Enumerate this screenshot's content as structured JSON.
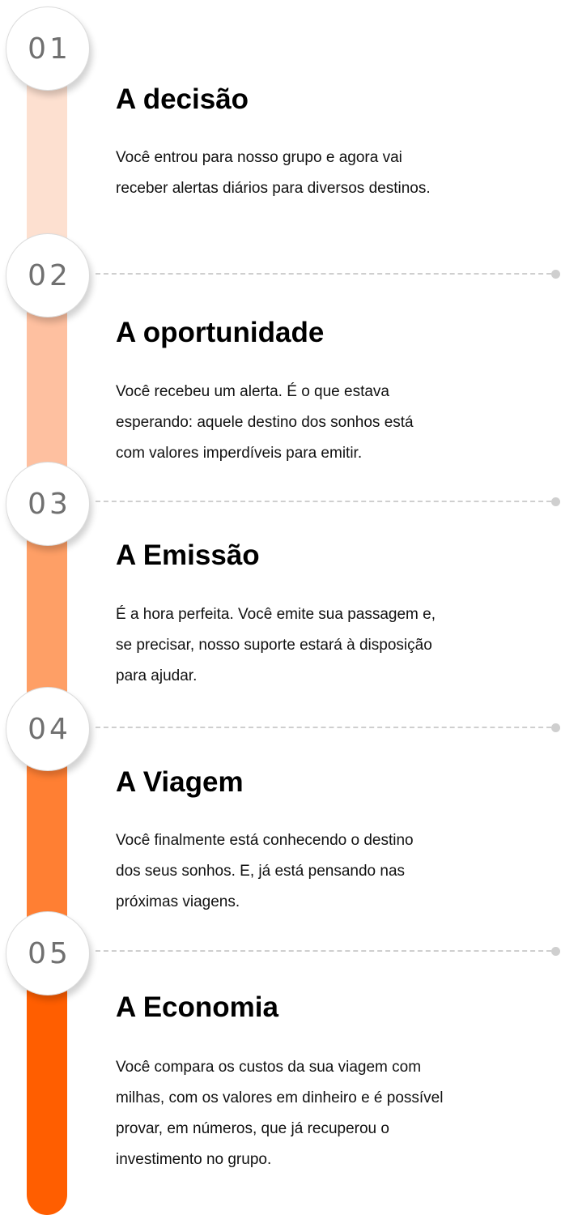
{
  "steps": [
    {
      "number": "01",
      "title": "A decisão",
      "lines": [
        "Você entrou para nosso grupo e agora vai",
        "receber alertas diários para diversos destinos."
      ],
      "color": "#fde0d0"
    },
    {
      "number": "02",
      "title": "A oportunidade",
      "lines": [
        "Você recebeu um alerta. É o que estava",
        "esperando: aquele destino dos sonhos está",
        "com valores imperdíveis para emitir."
      ],
      "color": "#fec0a0"
    },
    {
      "number": "03",
      "title": "A Emissão",
      "lines": [
        "É a hora perfeita. Você emite sua passagem e,",
        "se precisar, nosso suporte estará à disposição",
        "para ajudar."
      ],
      "color": "#fe9f66"
    },
    {
      "number": "04",
      "title": "A Viagem",
      "lines": [
        "Você finalmente está conhecendo o destino",
        "dos seus sonhos. E, já está pensando nas",
        "próximas viagens."
      ],
      "color": "#ff7f33"
    },
    {
      "number": "05",
      "title": "A Economia",
      "lines": [
        "Você compara os custos da sua viagem com",
        "milhas, com os valores em dinheiro e é possível",
        "provar, em números, que já recuperou o",
        "investimento no grupo."
      ],
      "color": "#ff5e00"
    }
  ]
}
